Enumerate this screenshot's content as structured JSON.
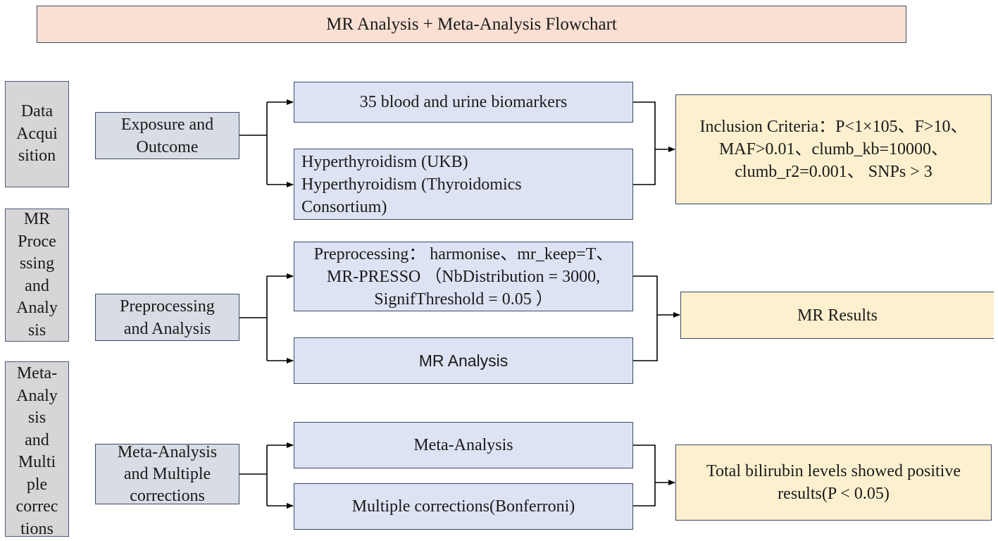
{
  "title": "MR Analysis + Meta-Analysis Flowchart",
  "stages": [
    {
      "label_lines": [
        "Data",
        "Acqui",
        "sition"
      ]
    },
    {
      "label_lines": [
        "MR",
        "Proce",
        "ssing",
        "and",
        "Analy",
        "sis"
      ]
    },
    {
      "label_lines": [
        "Meta-",
        "Analy",
        "sis",
        "and",
        "Multi",
        "ple",
        "correc",
        "tions"
      ]
    }
  ],
  "rows": [
    {
      "category_lines": [
        "Exposure and",
        "Outcome"
      ],
      "branches": [
        {
          "lines": [
            "35 blood and urine biomarkers"
          ]
        },
        {
          "lines": [
            "Hyperthyroidism (UKB)",
            "Hyperthyroidism (Thyroidomics",
            "Consortium)"
          ]
        }
      ],
      "result_lines": [
        "Inclusion Criteria：P<1×105、F>10、",
        "MAF>0.01、clumb_kb=10000、",
        "clumb_r2=0.001、 SNPs > 3"
      ]
    },
    {
      "category_lines": [
        "Preprocessing",
        "and Analysis"
      ],
      "branches": [
        {
          "lines": [
            "Preprocessing： harmonise、mr_keep=T、",
            "MR-PRESSO （NbDistribution = 3000,",
            "SignifThreshold = 0.05 ）"
          ]
        },
        {
          "lines": [
            "MR Analysis"
          ]
        }
      ],
      "result_lines": [
        "MR Results"
      ]
    },
    {
      "category_lines": [
        "Meta-Analysis",
        "and Multiple",
        "corrections"
      ],
      "branches": [
        {
          "lines": [
            "Meta-Analysis"
          ]
        },
        {
          "lines": [
            "Multiple corrections(Bonferroni)"
          ]
        }
      ],
      "result_lines": [
        "Total bilirubin levels showed positive",
        "results(P < 0.05)"
      ]
    }
  ],
  "colors": {
    "title_fill": "#f9e0d3",
    "stage_fill": "#d6d6d6",
    "category_fill": "#d8dce4",
    "branch_fill": "#dde3f3",
    "result_fill": "#fdf0cf",
    "border": "#3a4a66",
    "connector": "#000000"
  }
}
